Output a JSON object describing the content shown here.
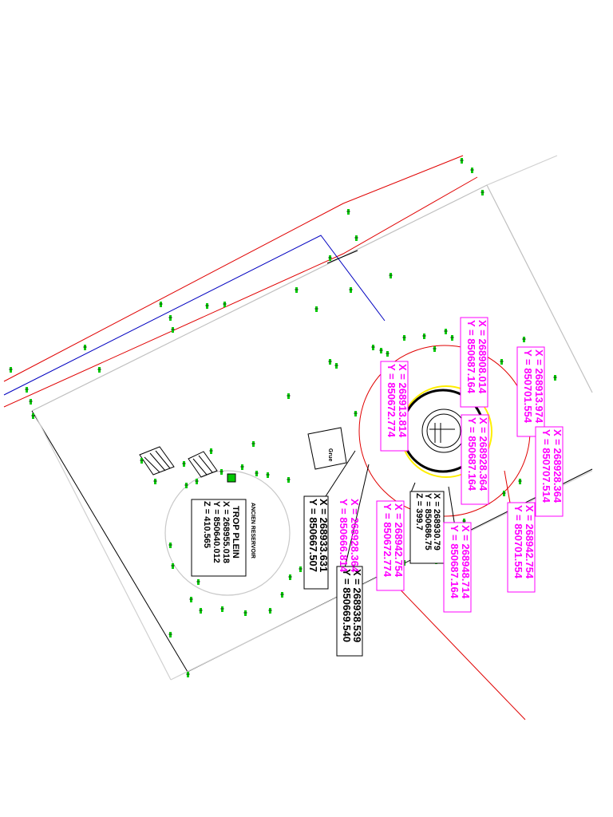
{
  "reservoir": {
    "name": "ANCIEN RESERVOIR",
    "trop_plein": "TROP PLEIN",
    "x": "X = 268955.018",
    "y": "Y = 850640.012",
    "z": "Z =      410.565"
  },
  "building_label": "Grue",
  "center_point": {
    "x": "X = 268930.79",
    "y": "Y = 850686.75",
    "z": "Z =      399.7"
  },
  "black_labels": [
    {
      "x": "X = 268933.631",
      "y": "Y = 850667.507"
    },
    {
      "x": "X = 268938.539",
      "y": "Y = 850669.540"
    }
  ],
  "magenta_labels": [
    {
      "x": "X = 268908.014",
      "y": "Y = 850687.164"
    },
    {
      "x": "X = 268913.974",
      "y": "Y = 850701.554"
    },
    {
      "x": "X = 268913.814",
      "y": "Y = 850672.774"
    },
    {
      "x": "X = 268928.364",
      "y": "Y = 850687.164"
    },
    {
      "x": "X = 268928.364",
      "y": "Y = 850707.514"
    },
    {
      "x": "X = 268928.364",
      "y": "Y = 850666.814"
    },
    {
      "x": "X = 268942.754",
      "y": "Y = 850672.774"
    },
    {
      "x": "X = 268948.714",
      "y": "Y = 850687.164"
    },
    {
      "x": "X = 268942.754",
      "y": "Y = 850701.554"
    }
  ],
  "colors": {
    "boundary": "#c8c8c8",
    "road_red": "#e00000",
    "road_blue": "#0000c0",
    "circle_red": "#e00000",
    "circle_yellow": "#ffee00",
    "label_magenta": "#ff00ff",
    "survey_marker": "#00c800"
  }
}
